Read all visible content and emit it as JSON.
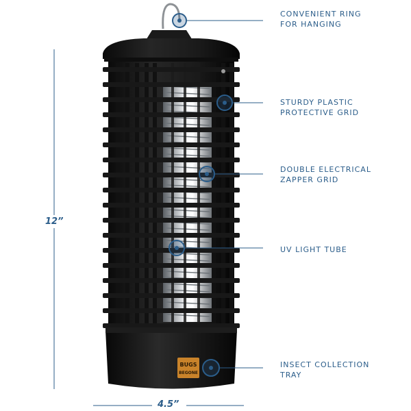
{
  "colors": {
    "accent": "#2b5d8a",
    "body": "#1c1c1c",
    "body_dark": "#0d0d0d",
    "glow": "#e8ecef",
    "badge": "#c9832a"
  },
  "callouts": [
    {
      "line1": "CONVENIENT RING",
      "line2": "FOR HANGING"
    },
    {
      "line1": "STURDY PLASTIC",
      "line2": "PROTECTIVE GRID"
    },
    {
      "line1": "DOUBLE ELECTRICAL",
      "line2": "ZAPPER GRID"
    },
    {
      "line1": "UV LIGHT TUBE",
      "line2": ""
    },
    {
      "line1": "INSECT COLLECTION",
      "line2": "TRAY"
    }
  ],
  "dimensions": {
    "height": "12”",
    "width": "4.5”"
  },
  "product": {
    "badge_line1": "BUGS",
    "badge_line2": "BEGONE"
  }
}
